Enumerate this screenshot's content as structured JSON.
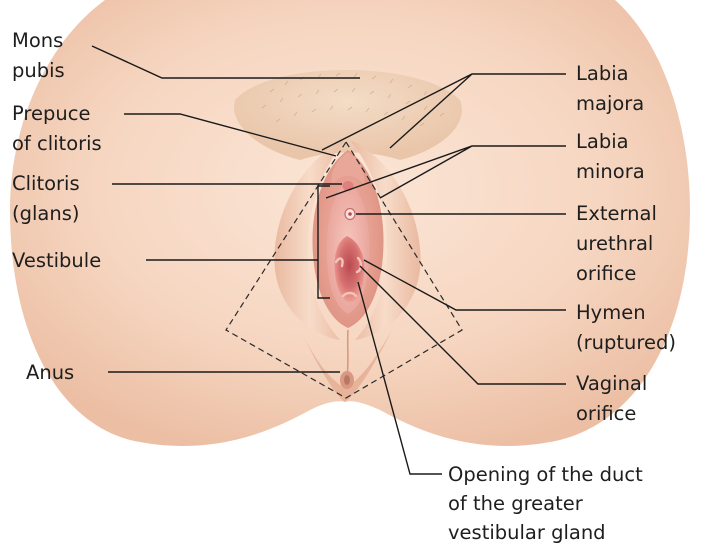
{
  "labels": {
    "mons_pubis": [
      "Mons",
      "pubis"
    ],
    "prepuce_of_clitoris": [
      "Prepuce",
      "of clitoris"
    ],
    "clitoris_glans": [
      "Clitoris",
      "(glans)"
    ],
    "vestibule": [
      "Vestibule"
    ],
    "anus": [
      "Anus"
    ],
    "labia_majora": [
      "Labia",
      "majora"
    ],
    "labia_minora": [
      "Labia",
      "minora"
    ],
    "external_urethral_orifice": [
      "External",
      "urethral",
      "orifice"
    ],
    "hymen_ruptured": [
      "Hymen",
      "(ruptured)"
    ],
    "vaginal_orifice": [
      "Vaginal",
      "orifice"
    ],
    "greater_vestibular_gland_duct": [
      "Opening of the duct",
      "of the greater",
      "vestibular gland"
    ]
  },
  "colors": {
    "skin_light": "#fbe9dc",
    "skin_mid": "#f3cdb4",
    "skin_shadow": "#e2a98e",
    "mucosa": "#e58f8b",
    "mucosa_dark": "#c45a5e",
    "line": "#1a1a1a"
  }
}
